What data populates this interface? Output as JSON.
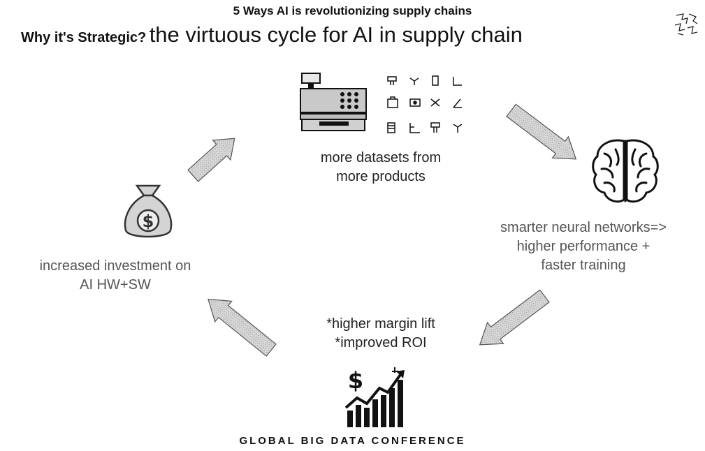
{
  "header": {
    "subtitle": "5 Ways AI is revolutionizing supply chains",
    "title_lead": "Why it's Strategic?",
    "title_main": "the virtuous cycle for AI in supply chain"
  },
  "cycle": {
    "datasets": {
      "line1": "more datasets from",
      "line2": "more products"
    },
    "neural": {
      "line1": "smarter neural networks=>",
      "line2": "higher performance +",
      "line3": "faster training"
    },
    "roi": {
      "line1": "*higher margin lift",
      "line2": "*improved  ROI"
    },
    "investment": {
      "line1": "increased investment on",
      "line2": "AI HW+SW"
    }
  },
  "footer": {
    "conference": "GLOBAL BIG DATA CONFERENCE"
  },
  "icons": [
    "logo-icon",
    "cash-register-icon",
    "product-grid-icon",
    "brain-icon",
    "money-bag-icon",
    "growth-chart-icon"
  ],
  "colors": {
    "arrow_fill": "#d6d6d6",
    "arrow_stroke": "#555555",
    "ink": "#111111"
  }
}
